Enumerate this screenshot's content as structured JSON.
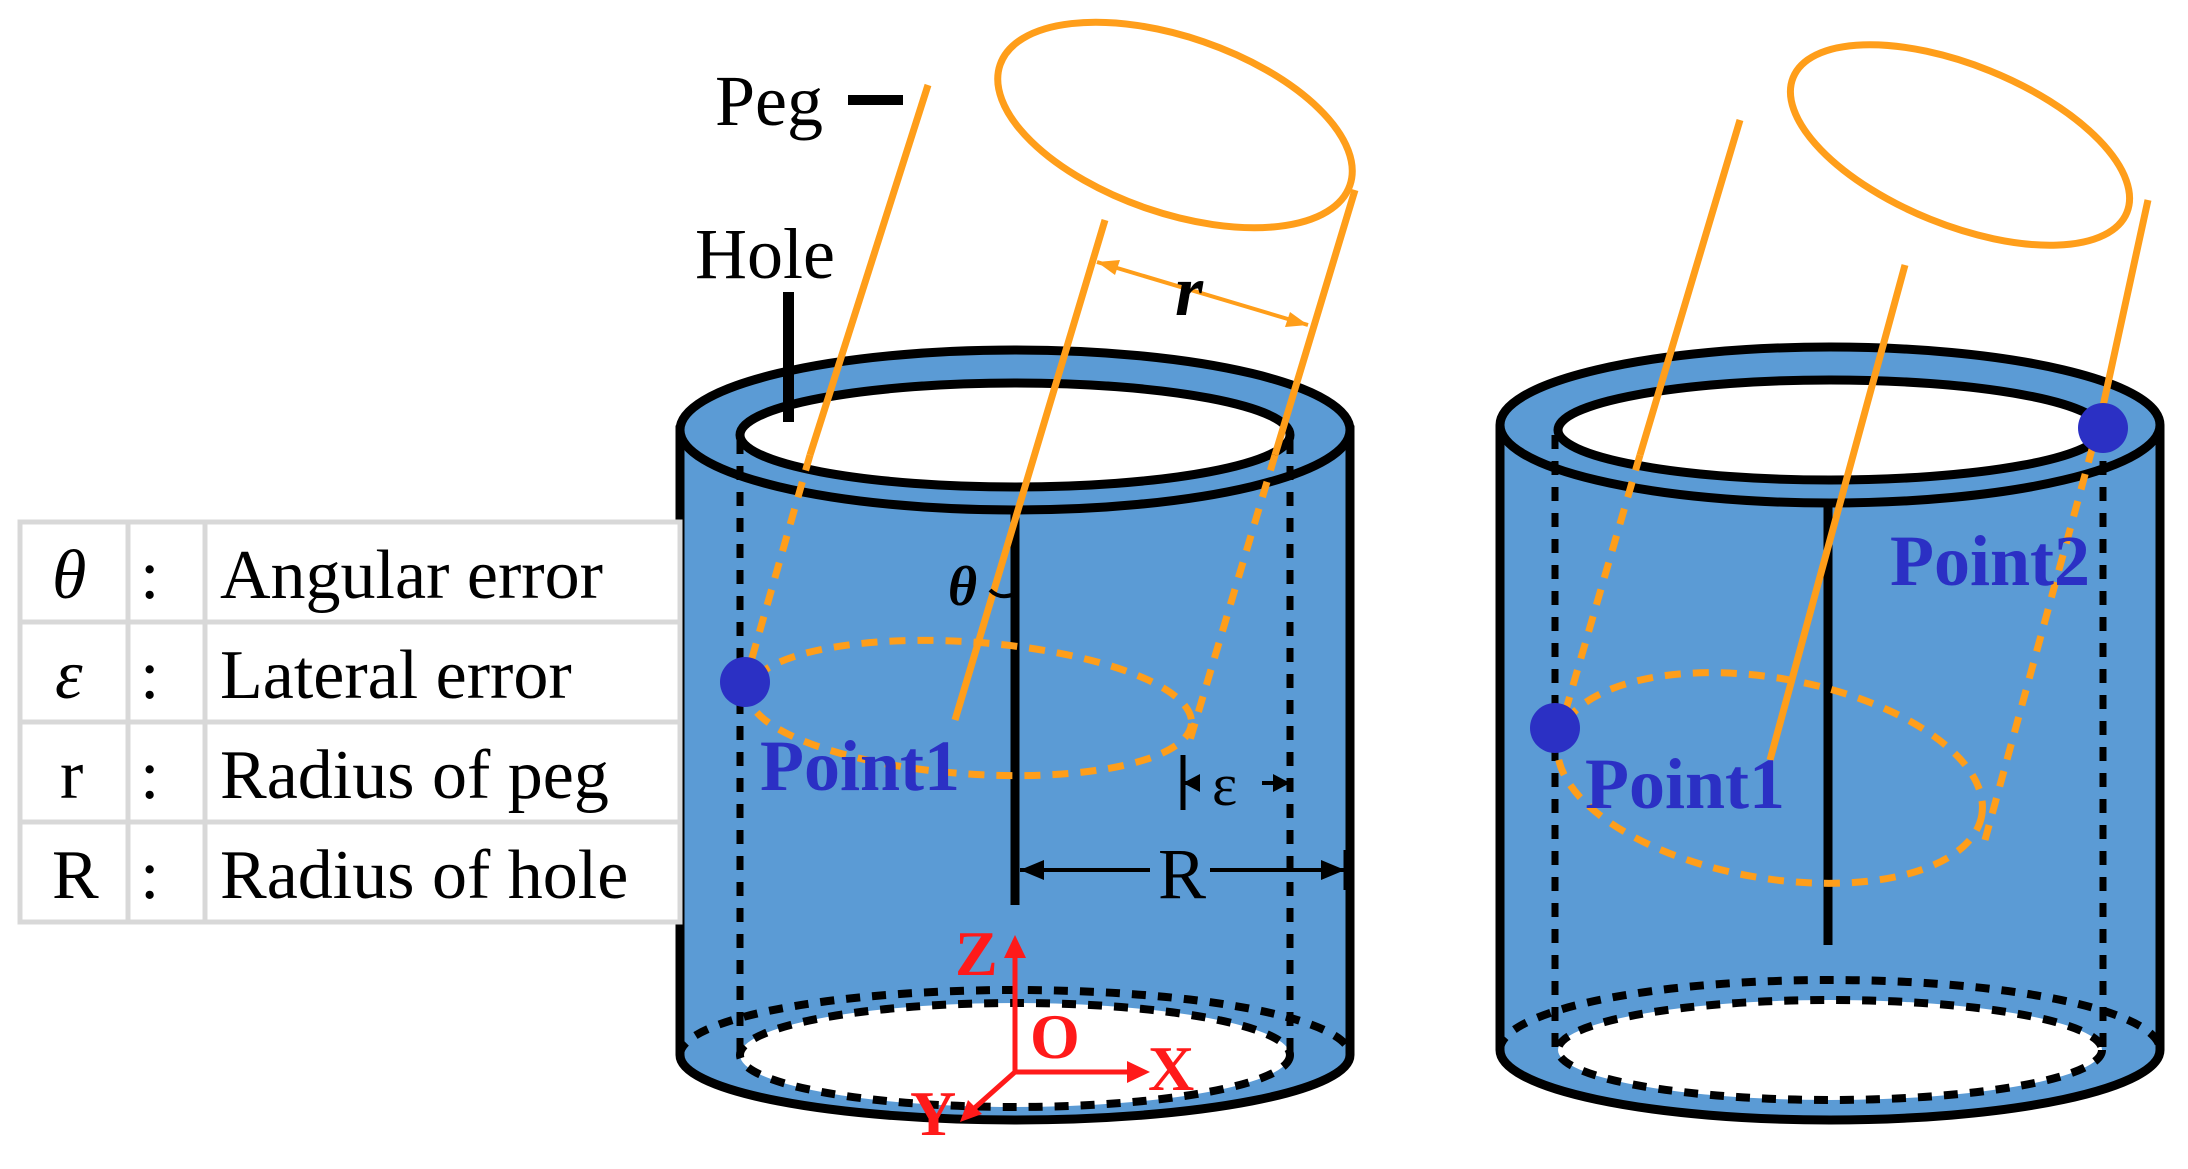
{
  "labels": {
    "peg": "Peg",
    "hole": "Hole",
    "r_small": "r",
    "theta": "θ",
    "epsilon": "ε",
    "R_big": "R",
    "point1_left": "Point1",
    "point1_right": "Point1",
    "point2_right": "Point2"
  },
  "axes": {
    "z": "Z",
    "origin": "O",
    "x": "X",
    "y": "Y"
  },
  "legend": {
    "rows": [
      {
        "symbol": "θ",
        "sep": ":",
        "text": "Angular error"
      },
      {
        "symbol": "ε",
        "sep": ":",
        "text": "Lateral error"
      },
      {
        "symbol": "r",
        "sep": ":",
        "text": "Radius of peg"
      },
      {
        "symbol": "R",
        "sep": ":",
        "text": "Radius of hole"
      }
    ]
  },
  "colors": {
    "hole_fill": "#5b9bd5",
    "peg_stroke": "#ff9e1a",
    "contact_point": "#2b30c4",
    "axis": "#ff1a1a"
  }
}
